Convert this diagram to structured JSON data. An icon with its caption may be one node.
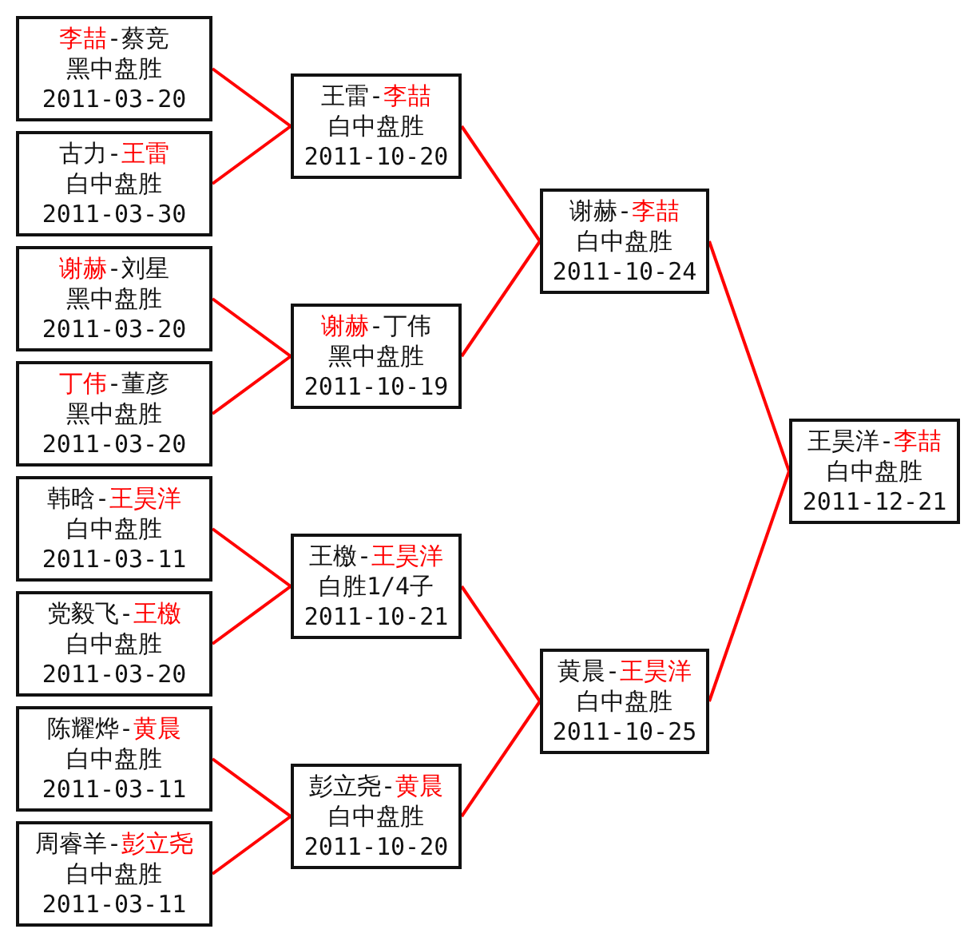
{
  "diagram": {
    "nodes": [
      {
        "text": [
          "**李喆**-蔡竞",
          "黑中盘胜",
          "2011-03-20"
        ]
      },
      {
        "text": [
          "古力-**王雷**",
          "白中盘胜",
          "2011-03-30"
        ]
      },
      {
        "text": [
          "**谢赫**-刘星",
          "黑中盘胜",
          "2011-03-20"
        ]
      },
      {
        "text": [
          "**丁伟**-董彦",
          "黑中盘胜",
          "2011-03-20"
        ]
      },
      {
        "text": [
          "韩晗-**王昊洋**",
          "白中盘胜",
          "2011-03-11"
        ]
      },
      {
        "text": [
          "党毅飞-**王檄**",
          "白中盘胜",
          "2011-03-20"
        ]
      },
      {
        "text": [
          "陈耀烨-**黄晨**",
          "白中盘胜",
          "2011-03-11"
        ]
      },
      {
        "text": [
          "周睿羊-**彭立尧**",
          "白中盘胜",
          "2011-03-11"
        ]
      },
      {
        "text": [
          "王雷-**李喆**",
          "白中盘胜",
          "2011-10-20"
        ]
      },
      {
        "text": [
          "**谢赫**-丁伟",
          "黑中盘胜",
          "2011-10-19"
        ]
      },
      {
        "text": [
          "王檄-**王昊洋**",
          "白胜1/4子",
          "2011-10-21"
        ]
      },
      {
        "text": [
          "彭立尧-**黄晨**",
          "白中盘胜",
          "2011-10-20"
        ]
      },
      {
        "text": [
          "谢赫-**李喆**",
          "白中盘胜",
          "2011-10-24"
        ]
      },
      {
        "text": [
          "黄晨-**王昊洋**",
          "白中盘胜",
          "2011-10-25"
        ]
      },
      {
        "text": [
          "王昊洋-**李喆**",
          "白中盘胜",
          "2011-12-21"
        ]
      }
    ],
    "edges": [
      {
        "from": 0,
        "to": 8,
        "arrow": "none"
      },
      {
        "from": 1,
        "to": 8,
        "arrow": "none"
      },
      {
        "from": 2,
        "to": 9,
        "arrow": "none"
      },
      {
        "from": 3,
        "to": 9,
        "arrow": "none"
      },
      {
        "from": 4,
        "to": 10,
        "arrow": "none"
      },
      {
        "from": 5,
        "to": 10,
        "arrow": "none"
      },
      {
        "from": 6,
        "to": 11,
        "arrow": "none"
      },
      {
        "from": 7,
        "to": 11,
        "arrow": "none"
      },
      {
        "from": 8,
        "to": 12,
        "arrow": "none"
      },
      {
        "from": 9,
        "to": 12,
        "arrow": "none"
      },
      {
        "from": 10,
        "to": 13,
        "arrow": "none"
      },
      {
        "from": 11,
        "to": 13,
        "arrow": "none"
      },
      {
        "from": 12,
        "to": 14,
        "arrow": "none"
      },
      {
        "from": 13,
        "to": 14,
        "arrow": "none"
      }
    ]
  }
}
